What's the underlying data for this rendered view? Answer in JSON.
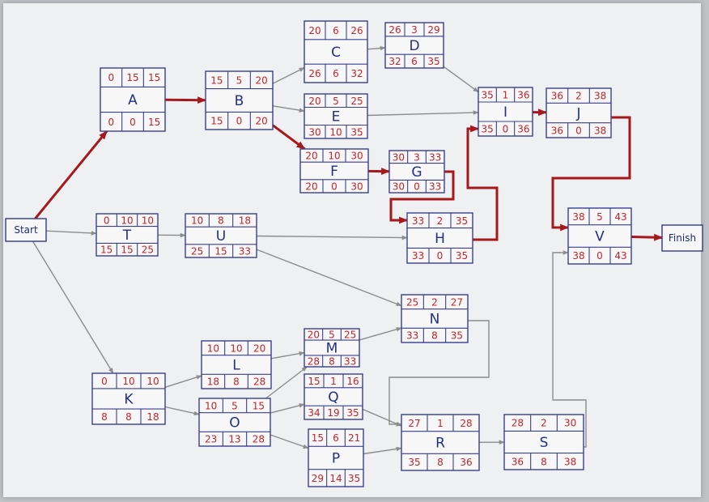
{
  "start_label": "Start",
  "finish_label": "Finish",
  "colors": {
    "ink": "#222f86",
    "numbers": "#c0262b",
    "critical": "#a5181c",
    "normal": "#8c8c8c"
  },
  "activities": [
    {
      "id": "A",
      "es": "0",
      "dur": "15",
      "ef": "15",
      "ls": "0",
      "slack": "0",
      "lf": "15"
    },
    {
      "id": "B",
      "es": "15",
      "dur": "5",
      "ef": "20",
      "ls": "15",
      "slack": "0",
      "lf": "20"
    },
    {
      "id": "C",
      "es": "20",
      "dur": "6",
      "ef": "26",
      "ls": "26",
      "slack": "6",
      "lf": "32"
    },
    {
      "id": "D",
      "es": "26",
      "dur": "3",
      "ef": "29",
      "ls": "32",
      "slack": "6",
      "lf": "35"
    },
    {
      "id": "E",
      "es": "20",
      "dur": "5",
      "ef": "25",
      "ls": "30",
      "slack": "10",
      "lf": "35"
    },
    {
      "id": "F",
      "es": "20",
      "dur": "10",
      "ef": "30",
      "ls": "20",
      "slack": "0",
      "lf": "30"
    },
    {
      "id": "G",
      "es": "30",
      "dur": "3",
      "ef": "33",
      "ls": "30",
      "slack": "0",
      "lf": "33"
    },
    {
      "id": "H",
      "es": "33",
      "dur": "2",
      "ef": "35",
      "ls": "33",
      "slack": "0",
      "lf": "35"
    },
    {
      "id": "I",
      "es": "35",
      "dur": "1",
      "ef": "36",
      "ls": "35",
      "slack": "0",
      "lf": "36"
    },
    {
      "id": "J",
      "es": "36",
      "dur": "2",
      "ef": "38",
      "ls": "36",
      "slack": "0",
      "lf": "38"
    },
    {
      "id": "T",
      "es": "0",
      "dur": "10",
      "ef": "10",
      "ls": "15",
      "slack": "15",
      "lf": "25"
    },
    {
      "id": "U",
      "es": "10",
      "dur": "8",
      "ef": "18",
      "ls": "25",
      "slack": "15",
      "lf": "33"
    },
    {
      "id": "V",
      "es": "38",
      "dur": "5",
      "ef": "43",
      "ls": "38",
      "slack": "0",
      "lf": "43"
    },
    {
      "id": "N",
      "es": "25",
      "dur": "2",
      "ef": "27",
      "ls": "33",
      "slack": "8",
      "lf": "35"
    },
    {
      "id": "M",
      "es": "20",
      "dur": "5",
      "ef": "25",
      "ls": "28",
      "slack": "8",
      "lf": "33"
    },
    {
      "id": "L",
      "es": "10",
      "dur": "10",
      "ef": "20",
      "ls": "18",
      "slack": "8",
      "lf": "28"
    },
    {
      "id": "K",
      "es": "0",
      "dur": "10",
      "ef": "10",
      "ls": "8",
      "slack": "8",
      "lf": "18"
    },
    {
      "id": "O",
      "es": "10",
      "dur": "5",
      "ef": "15",
      "ls": "23",
      "slack": "13",
      "lf": "28"
    },
    {
      "id": "Q",
      "es": "15",
      "dur": "1",
      "ef": "16",
      "ls": "34",
      "slack": "19",
      "lf": "35"
    },
    {
      "id": "P",
      "es": "15",
      "dur": "6",
      "ef": "21",
      "ls": "29",
      "slack": "14",
      "lf": "35"
    },
    {
      "id": "R",
      "es": "27",
      "dur": "1",
      "ef": "28",
      "ls": "35",
      "slack": "8",
      "lf": "36"
    },
    {
      "id": "S",
      "es": "28",
      "dur": "2",
      "ef": "30",
      "ls": "36",
      "slack": "8",
      "lf": "38"
    }
  ],
  "edges": [
    {
      "from": "Start",
      "to": "A",
      "critical": true
    },
    {
      "from": "A",
      "to": "B",
      "critical": true
    },
    {
      "from": "B",
      "to": "C",
      "critical": false
    },
    {
      "from": "B",
      "to": "E",
      "critical": false
    },
    {
      "from": "B",
      "to": "F",
      "critical": true
    },
    {
      "from": "C",
      "to": "D",
      "critical": false
    },
    {
      "from": "D",
      "to": "I",
      "critical": false
    },
    {
      "from": "E",
      "to": "I",
      "critical": false
    },
    {
      "from": "F",
      "to": "G",
      "critical": true
    },
    {
      "from": "G",
      "to": "H",
      "critical": true
    },
    {
      "from": "H",
      "to": "I",
      "critical": true
    },
    {
      "from": "I",
      "to": "J",
      "critical": true
    },
    {
      "from": "J",
      "to": "V",
      "critical": true
    },
    {
      "from": "V",
      "to": "Finish",
      "critical": true
    },
    {
      "from": "Start",
      "to": "T",
      "critical": false
    },
    {
      "from": "T",
      "to": "U",
      "critical": false
    },
    {
      "from": "U",
      "to": "H",
      "critical": false
    },
    {
      "from": "U",
      "to": "N",
      "critical": false
    },
    {
      "from": "Start",
      "to": "K",
      "critical": false
    },
    {
      "from": "K",
      "to": "L",
      "critical": false
    },
    {
      "from": "K",
      "to": "O",
      "critical": false
    },
    {
      "from": "L",
      "to": "M",
      "critical": false
    },
    {
      "from": "O",
      "to": "M",
      "critical": false
    },
    {
      "from": "O",
      "to": "Q",
      "critical": false
    },
    {
      "from": "O",
      "to": "P",
      "critical": false
    },
    {
      "from": "M",
      "to": "N",
      "critical": false
    },
    {
      "from": "N",
      "to": "R",
      "critical": false
    },
    {
      "from": "Q",
      "to": "R",
      "critical": false
    },
    {
      "from": "P",
      "to": "R",
      "critical": false
    },
    {
      "from": "R",
      "to": "S",
      "critical": false
    },
    {
      "from": "S",
      "to": "V",
      "critical": false
    }
  ]
}
